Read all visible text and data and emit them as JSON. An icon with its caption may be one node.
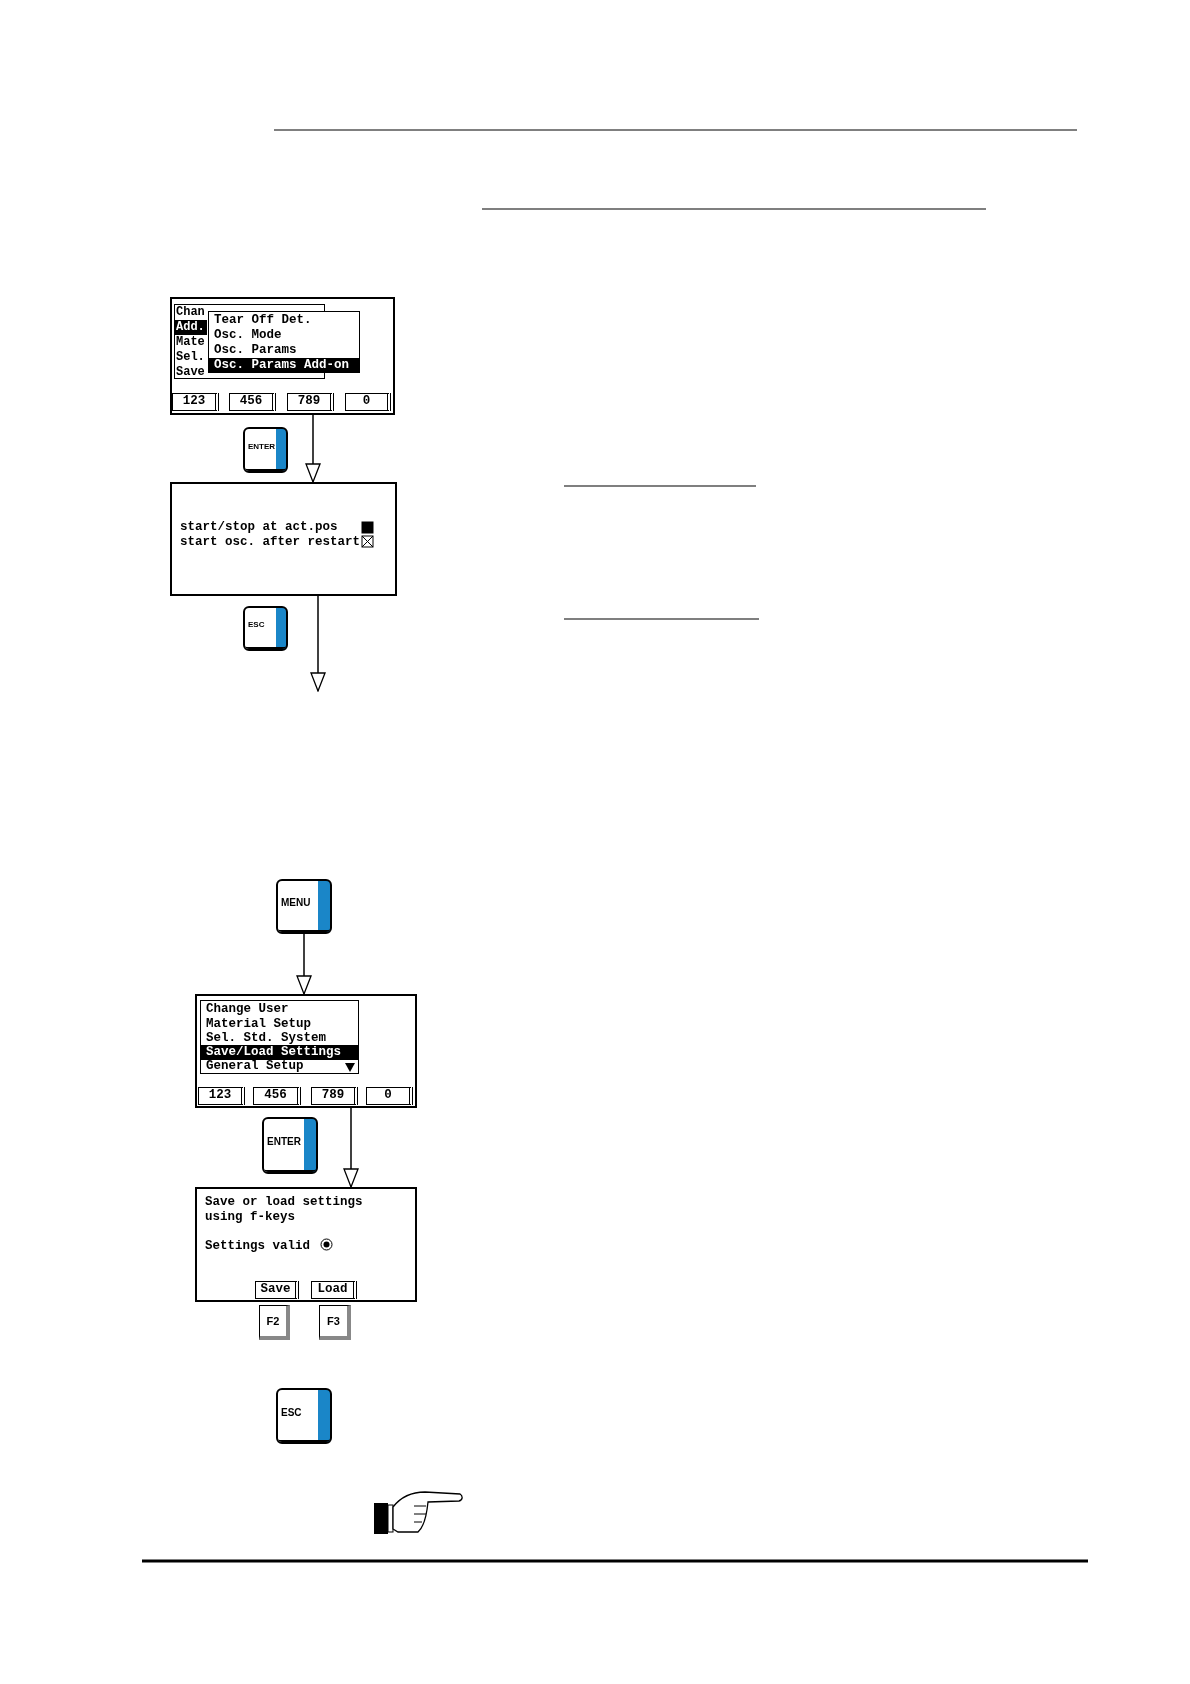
{
  "diagram": {
    "nodes": [
      {
        "text": [],
        "shape": "box"
      },
      {
        "text": [
          "Chan",
          "Add.",
          "Mate",
          "Sel.",
          "Save"
        ],
        "in": 0
      },
      {
        "text": [
          "Tear Off Det.",
          "Osc. Mode",
          "Osc. Params",
          "Osc. Params Add-on"
        ],
        "in": 0
      },
      {
        "text": [
          "123"
        ],
        "in": 0
      },
      {
        "text": [
          "456"
        ],
        "in": 0
      },
      {
        "text": [
          "789"
        ],
        "in": 0
      },
      {
        "text": [
          "0"
        ],
        "in": 0
      },
      {
        "text": [
          "ENTER"
        ]
      },
      {
        "text": [
          "start/stop at act.pos",
          "start osc. after restart"
        ]
      },
      {
        "text": [
          "ESC"
        ]
      },
      {
        "text": [
          "MENU"
        ]
      },
      {
        "text": [],
        "shape": "box"
      },
      {
        "text": [
          "Change User",
          "Material Setup",
          "Sel. Std. System",
          "Save/Load Settings",
          "General Setup"
        ],
        "in": 11
      },
      {
        "text": [
          "123"
        ],
        "in": 11
      },
      {
        "text": [
          "456"
        ],
        "in": 11
      },
      {
        "text": [
          "789"
        ],
        "in": 11
      },
      {
        "text": [
          "0"
        ],
        "in": 11
      },
      {
        "text": [
          "ENTER"
        ]
      },
      {
        "text": [
          "Save or load settings using f-keys",
          "Settings valid"
        ]
      },
      {
        "text": [
          "Save"
        ],
        "in": 18
      },
      {
        "text": [
          "Load"
        ],
        "in": 18
      },
      {
        "text": [
          "F2"
        ]
      },
      {
        "text": [
          "F3"
        ]
      },
      {
        "text": [
          "ESC"
        ]
      }
    ],
    "edges": [
      {
        "from": 0,
        "to": 8,
        "arrow": "to"
      },
      {
        "from": 8,
        "to": null,
        "arrow": "to"
      },
      {
        "from": 10,
        "to": 11,
        "arrow": "to"
      },
      {
        "from": 11,
        "to": 18,
        "arrow": "to"
      }
    ]
  }
}
